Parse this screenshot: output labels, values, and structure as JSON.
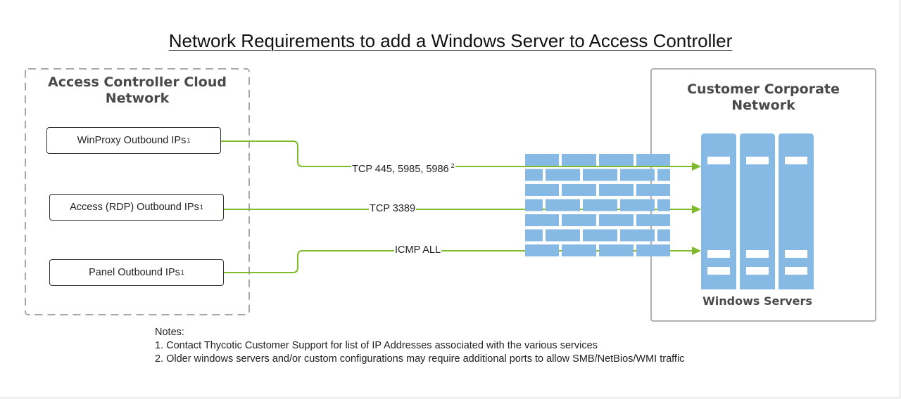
{
  "title": "Network Requirements to add a Windows Server to Access Controller",
  "cloud_zone": {
    "title_line1": "Access Controller Cloud",
    "title_line2": "Network",
    "sources": [
      {
        "label": "WinProxy Outbound IPs",
        "note_ref": "1"
      },
      {
        "label": "Access (RDP) Outbound IPs",
        "note_ref": "1"
      },
      {
        "label": "Panel Outbound IPs",
        "note_ref": "1"
      }
    ]
  },
  "connections": [
    {
      "label": "TCP 445, 5985, 5986",
      "note_ref": "2"
    },
    {
      "label": "TCP 3389",
      "note_ref": ""
    },
    {
      "label": "ICMP ALL",
      "note_ref": ""
    }
  ],
  "customer_zone": {
    "title_line1": "Customer Corporate",
    "title_line2": "Network",
    "servers_label": "Windows Servers"
  },
  "notes": {
    "heading": "Notes:",
    "items": [
      "1. Contact Thycotic Customer Support for list of IP Addresses associated with the various services",
      "2. Older windows servers and/or custom configurations may require additional ports to allow SMB/NetBios/WMI traffic"
    ]
  },
  "colors": {
    "connector_green": "#7dbb2a",
    "firewall_blue": "#86b9e3",
    "server_blue": "#86b9e3",
    "zone_border_gray": "#a8a8a8"
  }
}
